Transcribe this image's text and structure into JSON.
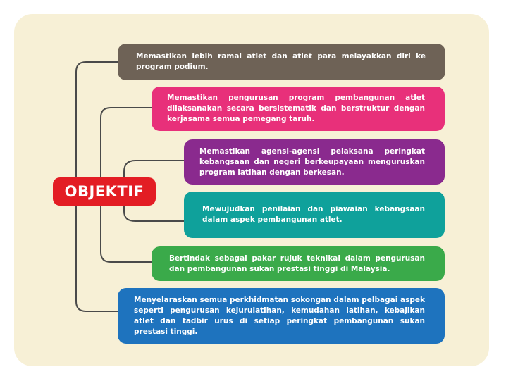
{
  "hub": {
    "label": "OBJEKTIF",
    "color": "#e31d24"
  },
  "background_color": "#f7f0d6",
  "connector_color": "#4a4a4a",
  "objectives": [
    {
      "text": "Memastikan lebih ramai atlet dan atlet para melayakkan diri ke program podium.",
      "color": "#6e6256"
    },
    {
      "text": "Memastikan pengurusan program pembangunan atlet dilaksanakan secara bersistematik dan berstruktur dengan kerjasama semua pemegang taruh.",
      "color": "#e8307a"
    },
    {
      "text": "Memastikan agensi-agensi pelaksana peringkat kebangsaan dan negeri berkeupayaan menguruskan program latihan dengan berkesan.",
      "color": "#8a2a8e"
    },
    {
      "text": "Mewujudkan penilaian dan piawaian kebangsaan dalam aspek pembangunan atlet.",
      "color": "#0fa19b"
    },
    {
      "text": "Bertindak sebagai pakar rujuk teknikal dalam pengurusan dan pembangunan sukan prestasi tinggi di Malaysia.",
      "color": "#3aaa4a"
    },
    {
      "text": "Menyelaraskan semua perkhidmatan sokongan dalam pelbagai aspek seperti pengurusan kejurulatihan, kemudahan latihan, kebajikan atlet dan tadbir urus di setiap peringkat pembangunan sukan prestasi tinggi.",
      "color": "#1e73be"
    }
  ]
}
